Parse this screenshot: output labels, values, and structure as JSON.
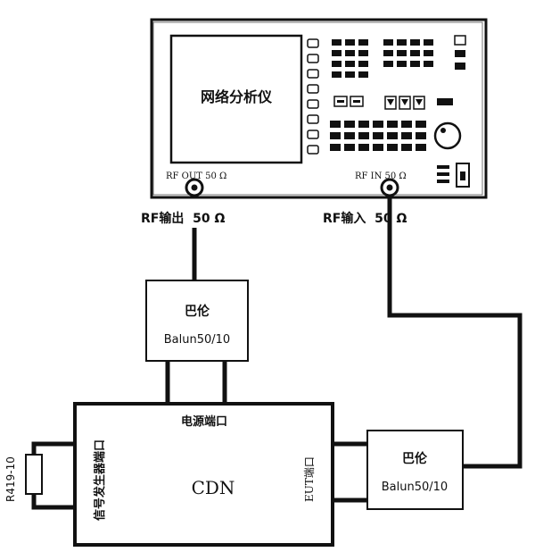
{
  "analyzer": {
    "title": "网络分析仪",
    "rf_out_label": "RF OUT 50 Ω",
    "rf_in_label": "RF IN 50 Ω"
  },
  "ports": {
    "rf_out_caption": "RF输出  50 Ω",
    "rf_in_caption": "RF输入  50 Ω"
  },
  "balun_top": {
    "title": "巴伦",
    "model": "Balun50/10"
  },
  "balun_right": {
    "title": "巴伦",
    "model": "Balun50/10"
  },
  "cdn": {
    "name": "CDN",
    "power_port": "电源端口",
    "signal_port": "信号发生器端口",
    "eut_port": "EUT端口"
  },
  "resistor": {
    "label": "R419-10"
  }
}
